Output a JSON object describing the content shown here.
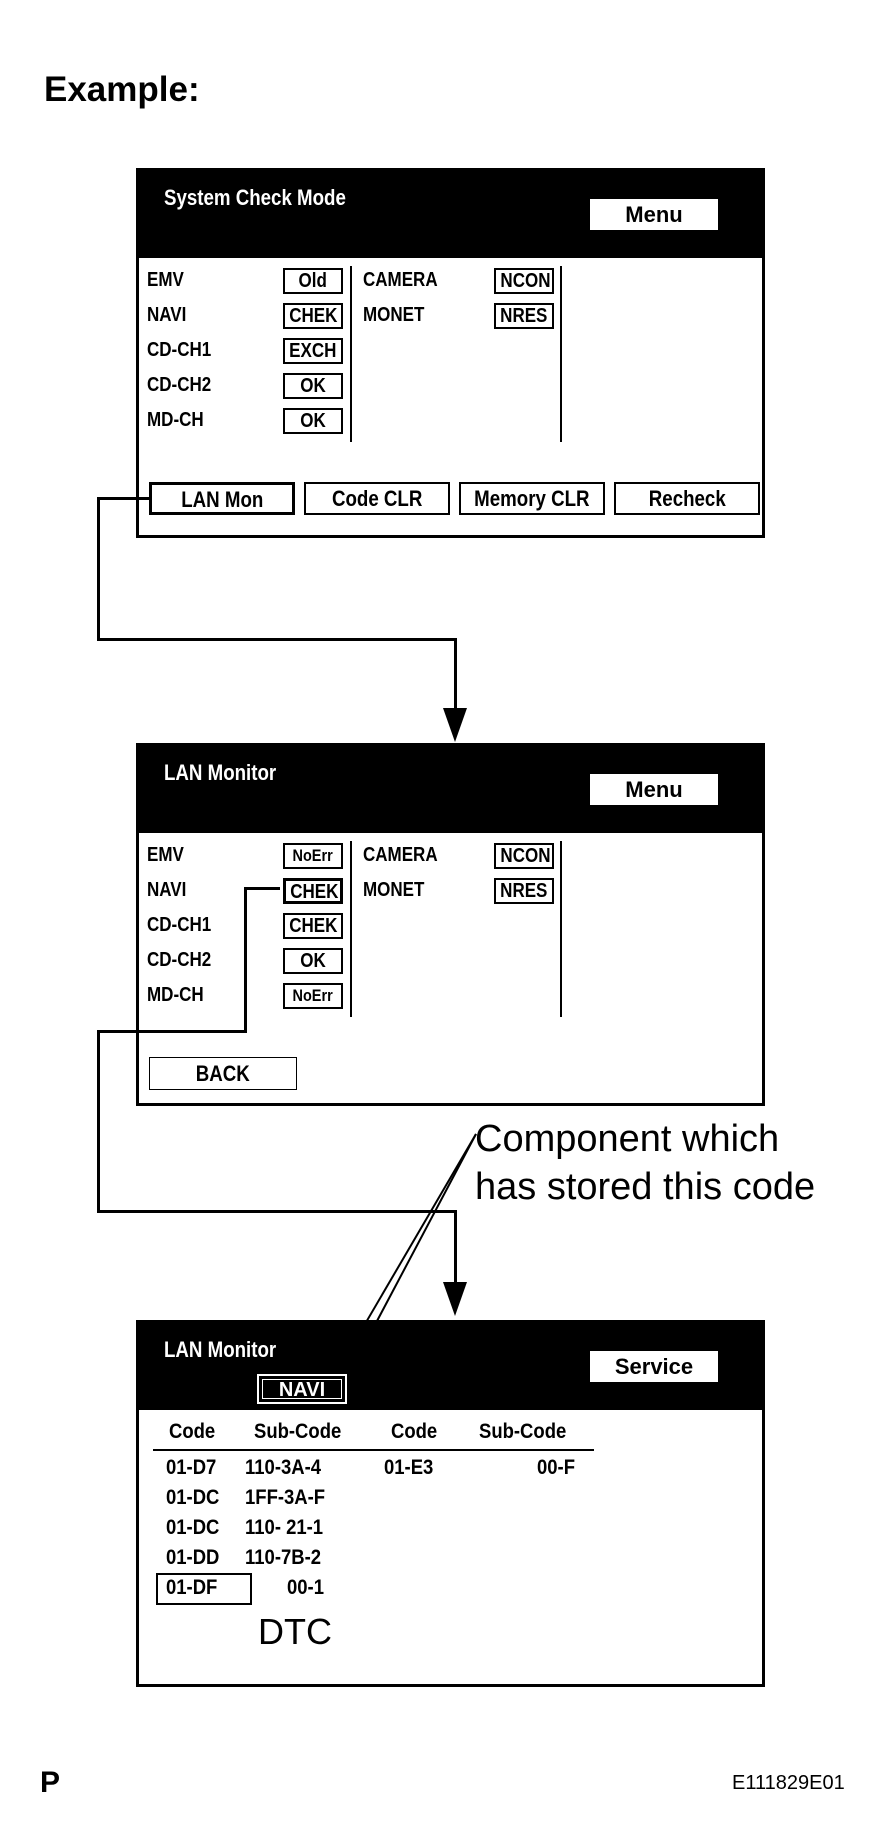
{
  "heading": "Example:",
  "screen1": {
    "title": "System Check Mode",
    "menu_label": "Menu",
    "left_items": [
      {
        "label": "EMV",
        "status": "Old"
      },
      {
        "label": "NAVI",
        "status": "CHEK"
      },
      {
        "label": "CD-CH1",
        "status": "EXCH"
      },
      {
        "label": "CD-CH2",
        "status": "OK"
      },
      {
        "label": "MD-CH",
        "status": "OK"
      }
    ],
    "right_items": [
      {
        "label": "CAMERA",
        "status": "NCON"
      },
      {
        "label": "MONET",
        "status": "NRES"
      }
    ],
    "softkeys": [
      "LAN Mon",
      "Code CLR",
      "Memory CLR",
      "Recheck"
    ]
  },
  "screen2": {
    "title": "LAN Monitor",
    "menu_label": "Menu",
    "left_items": [
      {
        "label": "EMV",
        "status": "NoErr"
      },
      {
        "label": "NAVI",
        "status": "CHEK"
      },
      {
        "label": "CD-CH1",
        "status": "CHEK"
      },
      {
        "label": "CD-CH2",
        "status": "OK"
      },
      {
        "label": "MD-CH",
        "status": "NoErr"
      }
    ],
    "right_items": [
      {
        "label": "CAMERA",
        "status": "NCON"
      },
      {
        "label": "MONET",
        "status": "NRES"
      }
    ],
    "back_label": "BACK"
  },
  "callout": {
    "line1": "Component which",
    "line2": "has stored this code"
  },
  "screen3": {
    "title": "LAN Monitor",
    "component": "NAVI",
    "service_label": "Service",
    "headers": [
      "Code",
      "Sub-Code",
      "Code",
      "Sub-Code"
    ],
    "rows": [
      {
        "code": "01-D7",
        "sub": "110-3A-4",
        "code2": "01-E3",
        "sub2": "00-F"
      },
      {
        "code": "01-DC",
        "sub": "1FF-3A-F",
        "code2": "",
        "sub2": ""
      },
      {
        "code": "01-DC",
        "sub": "110- 21-1",
        "code2": "",
        "sub2": ""
      },
      {
        "code": "01-DD",
        "sub": "110-7B-2",
        "code2": "",
        "sub2": ""
      },
      {
        "code": "01-DF",
        "sub": "00-1",
        "code2": "",
        "sub2": ""
      }
    ],
    "dtc_label": "DTC"
  },
  "footer": {
    "left": "P",
    "right": "E111829E01"
  }
}
